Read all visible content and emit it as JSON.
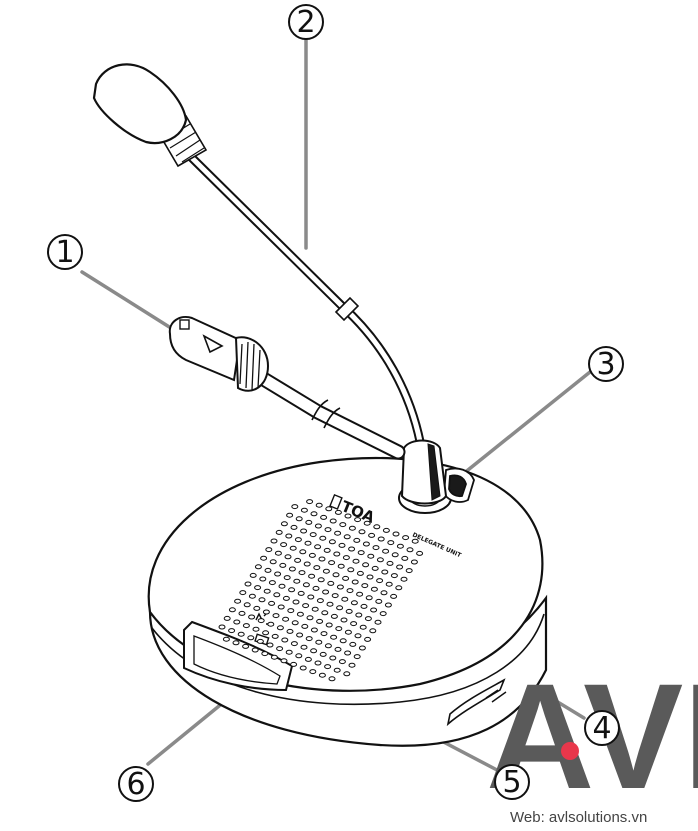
{
  "callouts": [
    {
      "id": "1",
      "label": "1"
    },
    {
      "id": "2",
      "label": "2"
    },
    {
      "id": "3",
      "label": "3"
    },
    {
      "id": "4",
      "label": "4"
    },
    {
      "id": "5",
      "label": "5"
    },
    {
      "id": "6",
      "label": "6"
    }
  ],
  "device": {
    "brand": "TOA",
    "unit_label": "DELEGATE UNIT"
  },
  "watermark": {
    "logo_text": "AVL",
    "website": "Web: avlsolutions.vn",
    "logo_color": "#5a5a5a",
    "dot_color": "#e8374b"
  },
  "colors": {
    "line": "#111111",
    "leader": "#8a8a8a"
  }
}
